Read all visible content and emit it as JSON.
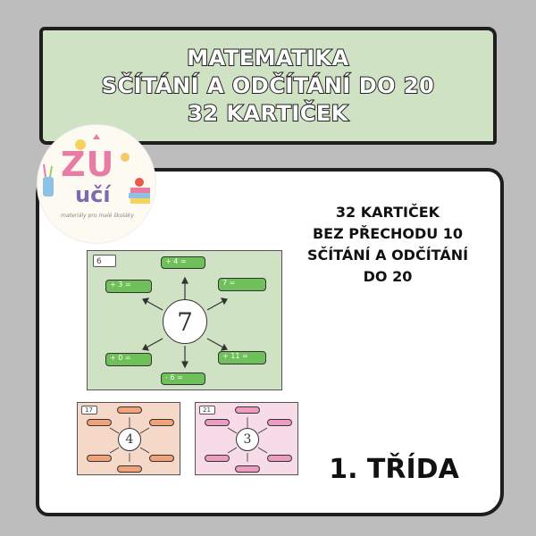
{
  "banner": {
    "line1": "MATEMATIKA",
    "line2": "SČÍTÁNÍ A ODČÍTÁNÍ DO 20",
    "line3": "32 KARTIČEK"
  },
  "logo": {
    "brand_a": "ZU",
    "brand_b": "učí",
    "tagline": "materiály pro malé školáky"
  },
  "description": {
    "line1": "32 KARTIČEK",
    "line2": "BEZ PŘECHODU 10",
    "line3": "SČÍTÁNÍ A ODČÍTÁNÍ",
    "line4": "DO 20"
  },
  "grade": "1. TŘÍDA",
  "worksheets": {
    "main": {
      "card_no": "6",
      "center": "7",
      "pills": [
        "+ 4 =",
        "+ 3 =",
        "7 =",
        "+ 0 =",
        "+ 11 =",
        "- 6 ="
      ],
      "color": "#cfe3c4",
      "pill_color": "#6fbf5a"
    },
    "orange": {
      "card_no": "17",
      "center": "4",
      "pills": [
        "",
        "",
        "",
        "",
        "",
        ""
      ],
      "color": "#f6d8c8",
      "pill_color": "#f0a27a"
    },
    "pink": {
      "card_no": "21",
      "center": "3",
      "pills": [
        "",
        "",
        "",
        "",
        "",
        ""
      ],
      "color": "#f7dbe6",
      "pill_color": "#ec9cc0"
    }
  }
}
